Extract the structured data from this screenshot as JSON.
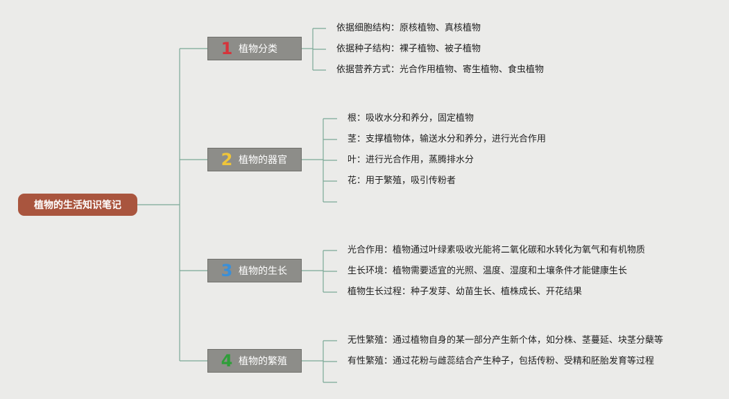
{
  "root": {
    "label": "植物的生活知识笔记"
  },
  "branches": [
    {
      "number": "1",
      "label": "植物分类",
      "number_color": "#d6343b",
      "leaves": [
        "依据细胞结构：原核植物、真核植物",
        "依据种子结构：裸子植物、被子植物",
        "依据营养方式：光合作用植物、寄生植物、食虫植物"
      ]
    },
    {
      "number": "2",
      "label": "植物的器官",
      "number_color": "#efc53a",
      "leaves": [
        "根：吸收水分和养分，固定植物",
        "茎：支撑植物体，输送水分和养分，进行光合作用",
        "叶：进行光合作用，蒸腾排水分",
        "花：用于繁殖，吸引传粉者",
        ""
      ]
    },
    {
      "number": "3",
      "label": "植物的生长",
      "number_color": "#3a8fd8",
      "leaves": [
        "光合作用：植物通过叶绿素吸收光能将二氧化碳和水转化为氧气和有机物质",
        "生长环境：植物需要适宜的光照、温度、湿度和土壤条件才能健康生长",
        "植物生长过程：种子发芽、幼苗生长、植株成长、开花结果"
      ]
    },
    {
      "number": "4",
      "label": "植物的繁殖",
      "number_color": "#2f9e3a",
      "leaves": [
        "无性繁殖：通过植物自身的某一部分产生新个体，如分株、茎蔓延、块茎分蘖等",
        "有性繁殖：通过花粉与雌蕊结合产生种子，包括传粉、受精和胚胎发育等过程",
        ""
      ]
    }
  ],
  "line_color": "#7aa896"
}
